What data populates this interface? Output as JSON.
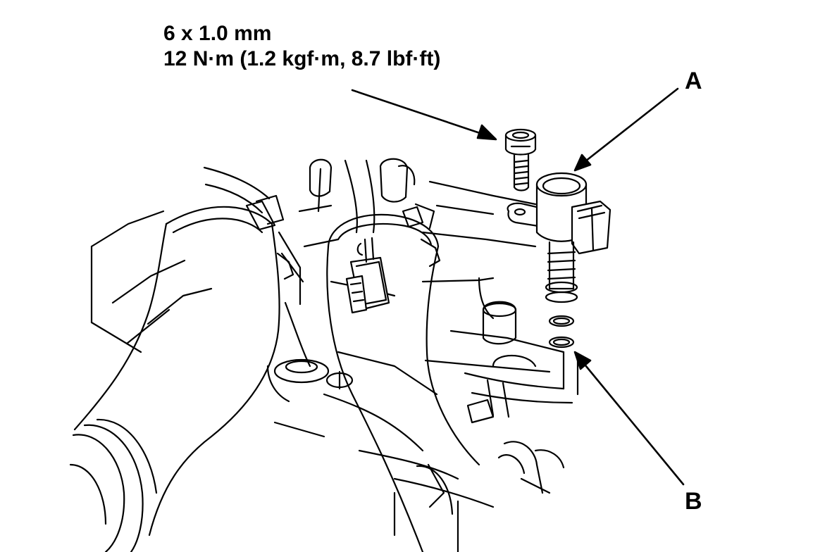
{
  "spec": {
    "bolt_size": "6 x 1.0 mm",
    "torque": "12 N·m (1.2 kgf·m, 8.7 lbf·ft)"
  },
  "callouts": {
    "a": "A",
    "b": "B"
  }
}
